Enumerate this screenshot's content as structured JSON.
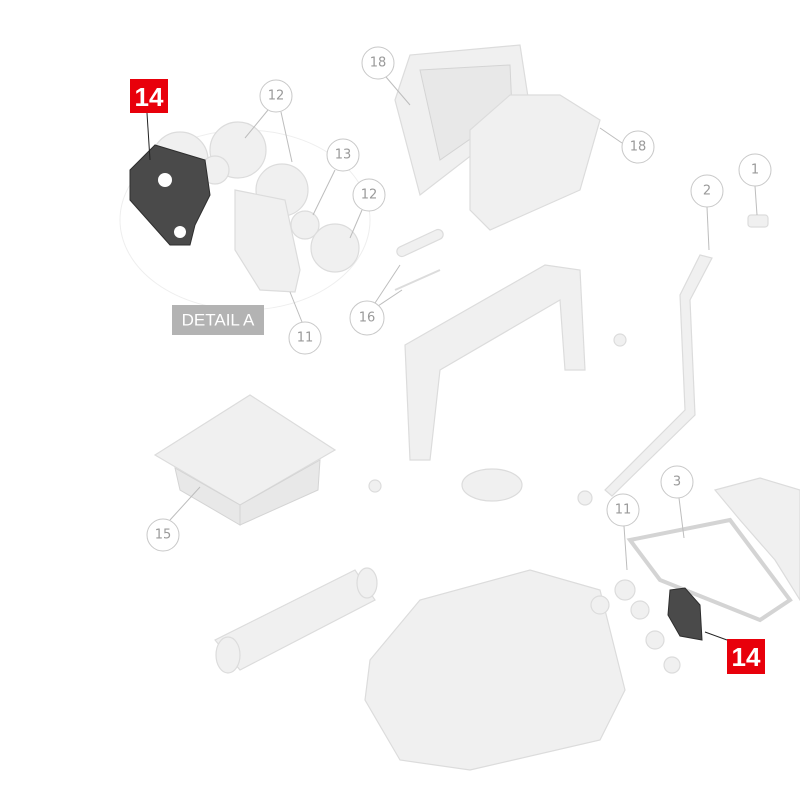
{
  "diagram": {
    "callouts": {
      "c18a": "18",
      "c12a": "12",
      "c13": "13",
      "c12b": "12",
      "c18b": "18",
      "c1": "1",
      "c2": "2",
      "c16": "16",
      "c11a": "11",
      "c15": "15",
      "c11b": "11",
      "c3": "3"
    },
    "highlight_tags": {
      "tag_left": "14",
      "tag_right": "14"
    },
    "detail_label": "DETAIL A",
    "colors": {
      "highlight": "#e8000b",
      "highlighted_part": "#4a4a4a",
      "ghost_part": "#f0f0f0"
    }
  }
}
